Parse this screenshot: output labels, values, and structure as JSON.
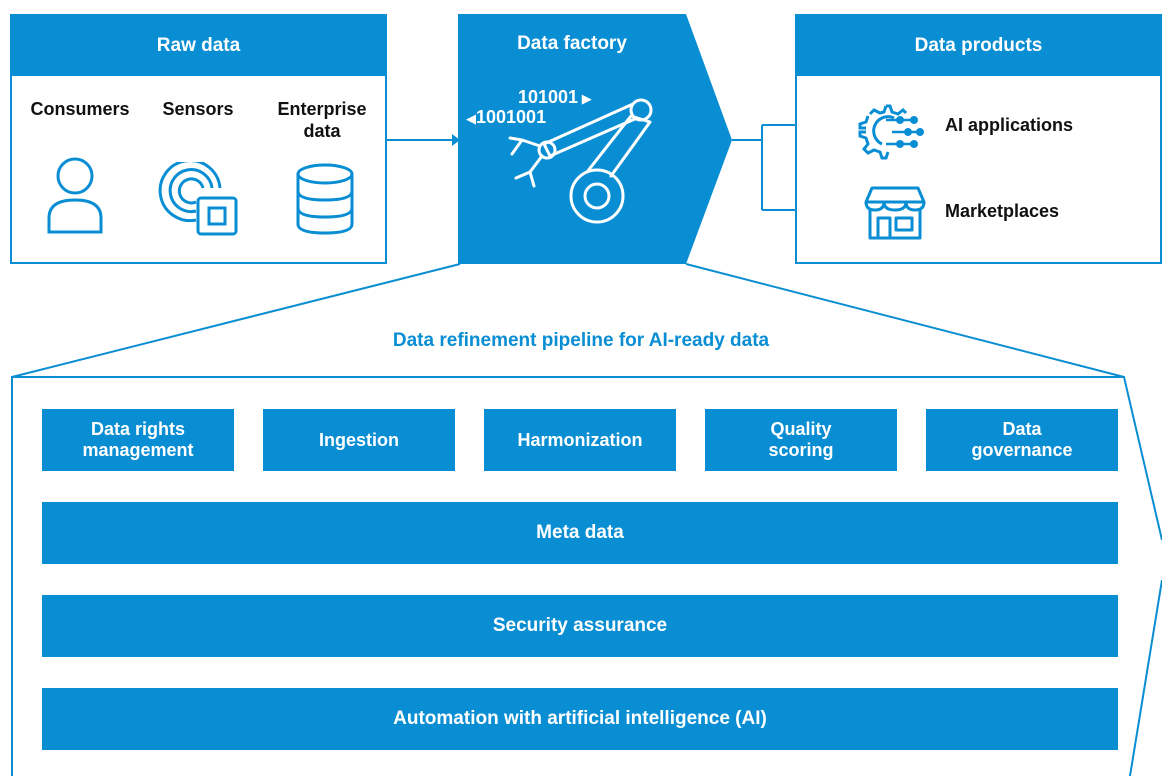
{
  "raw_data": {
    "title": "Raw data",
    "sources": [
      "Consumers",
      "Sensors",
      "Enterprise\ndata"
    ]
  },
  "factory": {
    "title": "Data factory",
    "binary_top": "101001",
    "binary_bottom": "1001001"
  },
  "products": {
    "title": "Data products",
    "items": [
      "AI applications",
      "Marketplaces"
    ]
  },
  "pipeline": {
    "title": "Data refinement pipeline for AI-ready data",
    "steps": [
      "Data rights\nmanagement",
      "Ingestion",
      "Harmonization",
      "Quality\nscoring",
      "Data\ngovernance"
    ],
    "layers": [
      "Meta data",
      "Security assurance",
      "Automation with artificial intelligence (AI)"
    ]
  },
  "colors": {
    "accent": "#0a8ed3",
    "text": "#111111",
    "background": "#ffffff"
  }
}
